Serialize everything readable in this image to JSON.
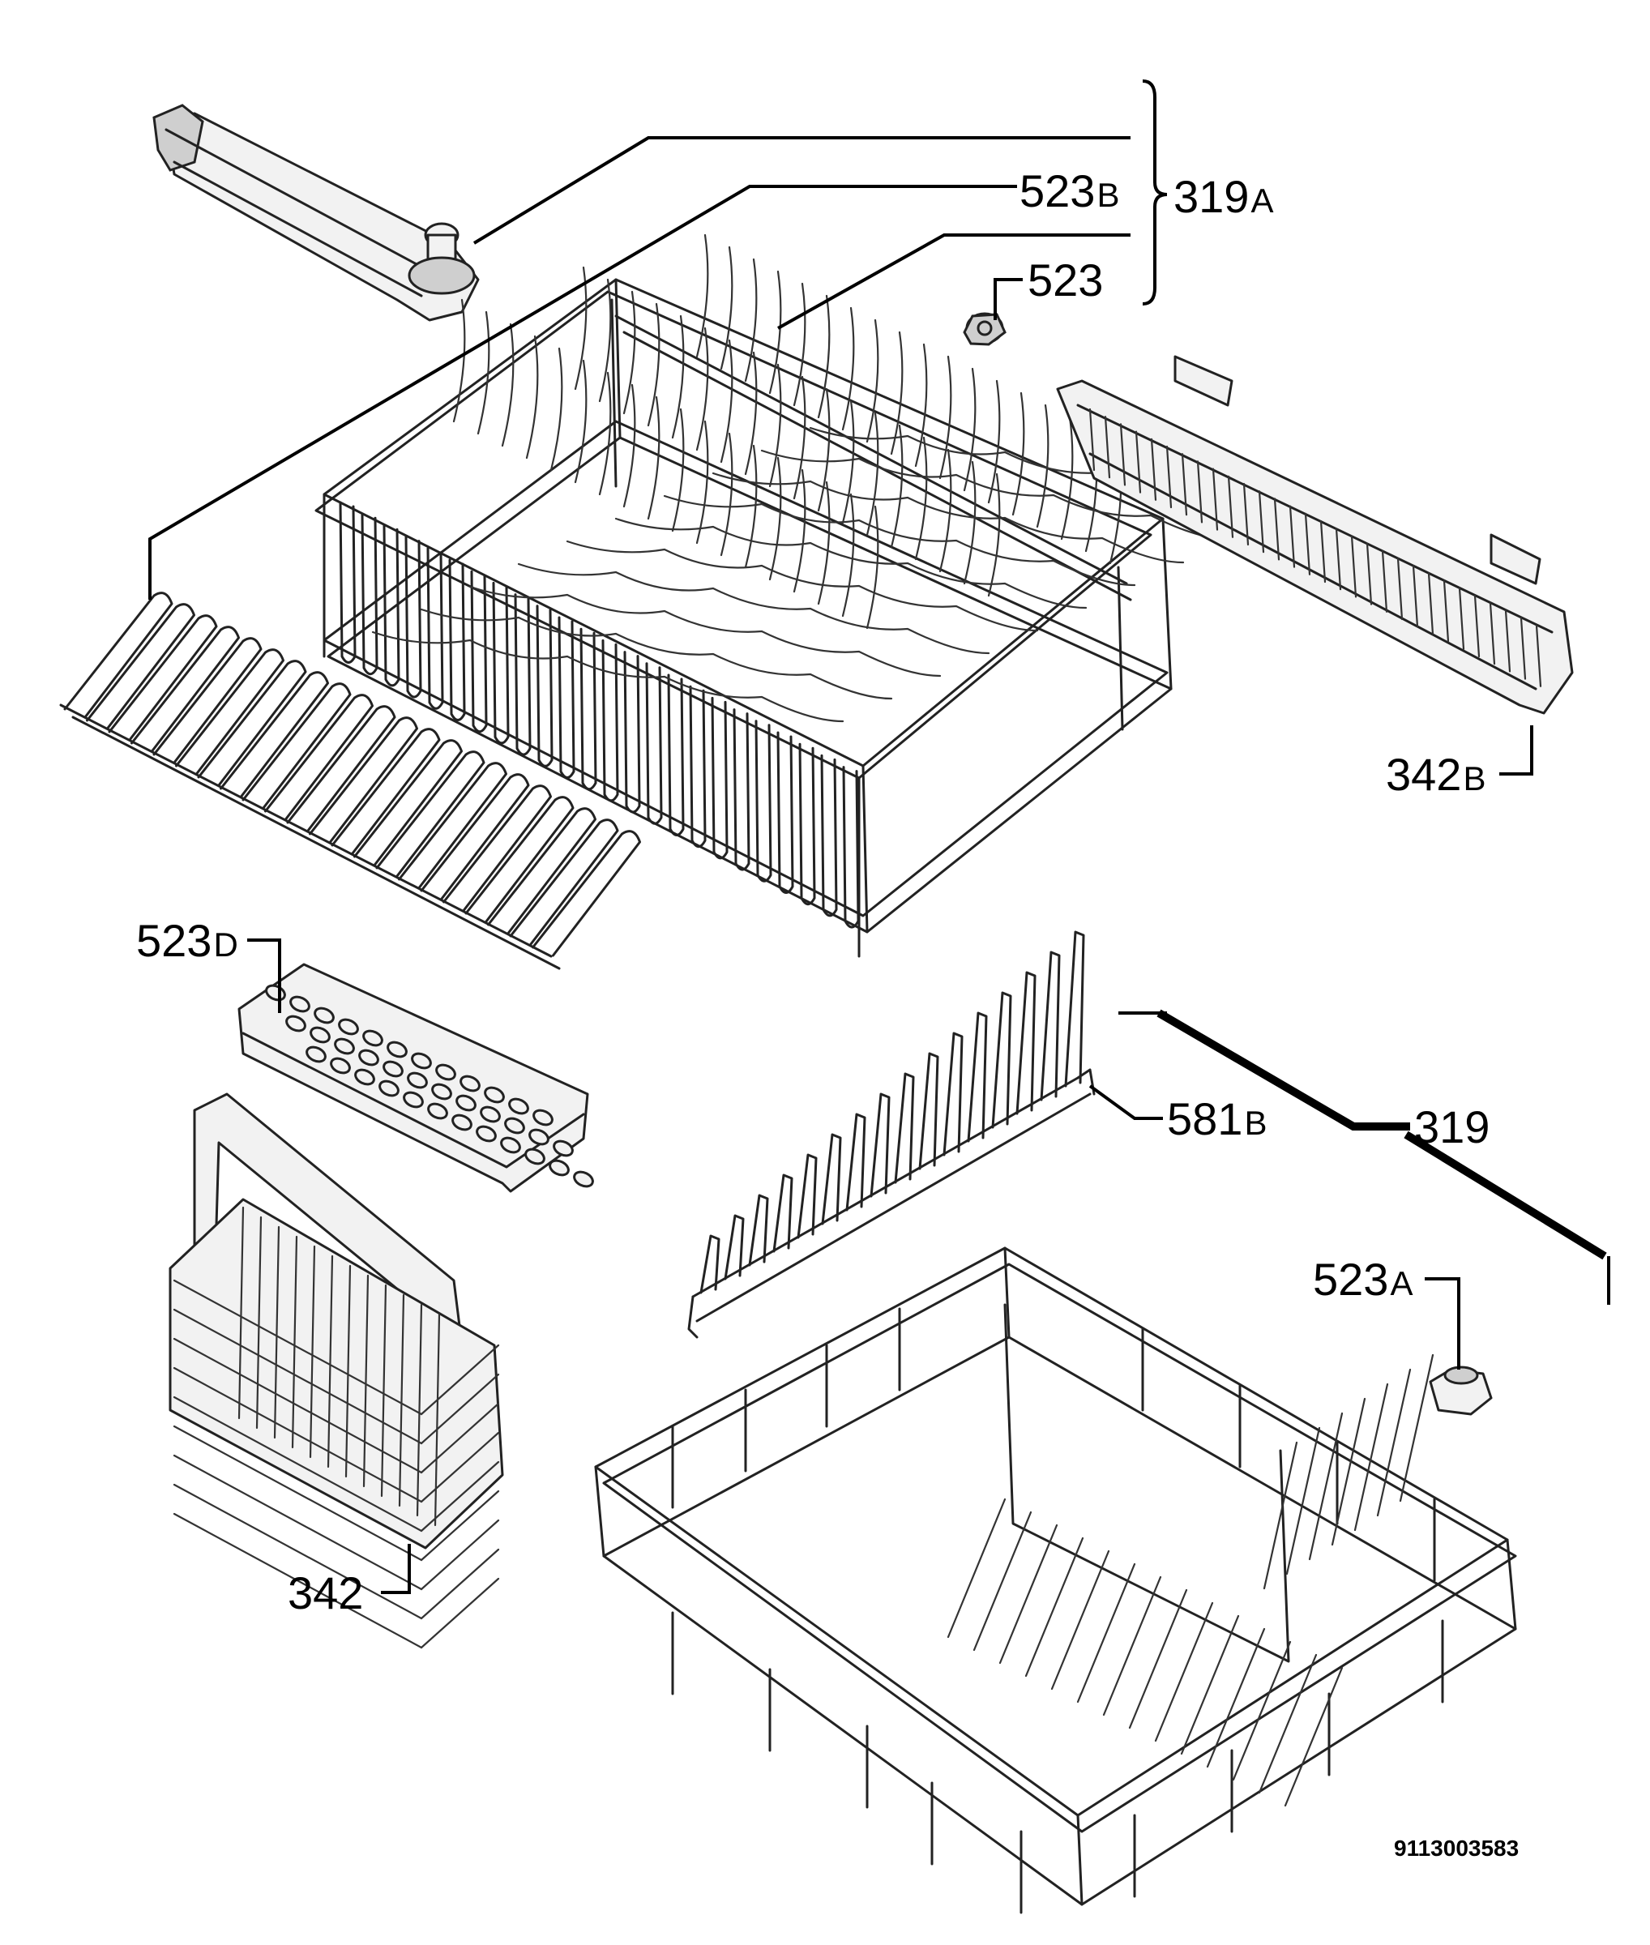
{
  "labels": {
    "spray_arm": "523",
    "spray_arm_suffix": "B",
    "upper_basket_assembly": "319",
    "upper_basket_assembly_suffix": "A",
    "upper_wheel": "523",
    "side_cutlery_tray": "342",
    "side_cutlery_tray_suffix": "B",
    "insert_cover": "523",
    "insert_cover_suffix": "D",
    "cutlery_basket": "342",
    "plate_rack": "581",
    "plate_rack_suffix": "B",
    "lower_basket_assembly": "319",
    "lower_wheel": "523",
    "lower_wheel_suffix": "A"
  },
  "document_number": "9113003583"
}
